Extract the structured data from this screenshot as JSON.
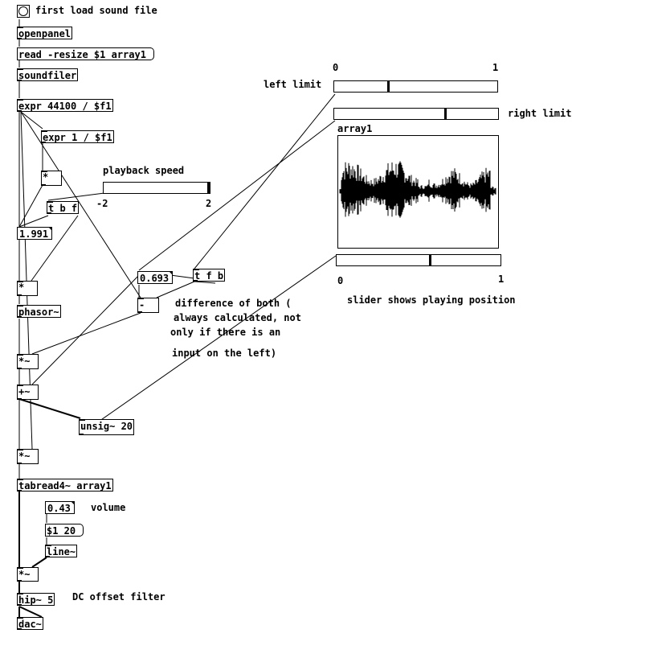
{
  "bang_comment": "first load sound file",
  "objects": {
    "openpanel": "openpanel",
    "read_msg": "read -resize $1 array1",
    "soundfiler": "soundfiler",
    "expr1": "expr 44100 / $f1",
    "expr2": "expr 1 / $f1",
    "mul1": "*",
    "tbf": "t b f",
    "num_speed": "1.991",
    "mul2": "*",
    "phasor": "phasor~",
    "mulsig1": "*~",
    "addsig": "+~",
    "unsig": "unsig~ 20",
    "mulsig2": "*~",
    "tabread": "tabread4~ array1",
    "num_vol": "0.43",
    "msg_line": "$1 20",
    "line": "line~",
    "mulsig3": "*~",
    "hip": "hip~ 5",
    "dac": "dac~",
    "num_diff": "0.693",
    "tfb": "t f b",
    "minus": "-"
  },
  "comments": {
    "playback_speed": "playback speed",
    "speed_min": "-2",
    "speed_max": "2",
    "volume": "volume",
    "dc_offset": "DC offset filter",
    "diff1": "difference of both (",
    "diff2": "always calculated, not",
    "diff3": "only if there is an",
    "diff4": "input on the left)",
    "left_limit": "left limit",
    "right_limit": "right limit",
    "limit_min": "0",
    "limit_max": "1",
    "array_name": "array1",
    "pos_min": "0",
    "pos_max": "1",
    "position": "slider shows playing position"
  },
  "sliders": {
    "playback_speed": {
      "min": -2,
      "max": 2,
      "value": 1.991
    },
    "left_limit": {
      "min": 0,
      "max": 1,
      "value": 0.33
    },
    "right_limit": {
      "min": 0,
      "max": 1,
      "value": 0.68
    },
    "position": {
      "min": 0,
      "max": 1,
      "value": 0.57
    }
  }
}
